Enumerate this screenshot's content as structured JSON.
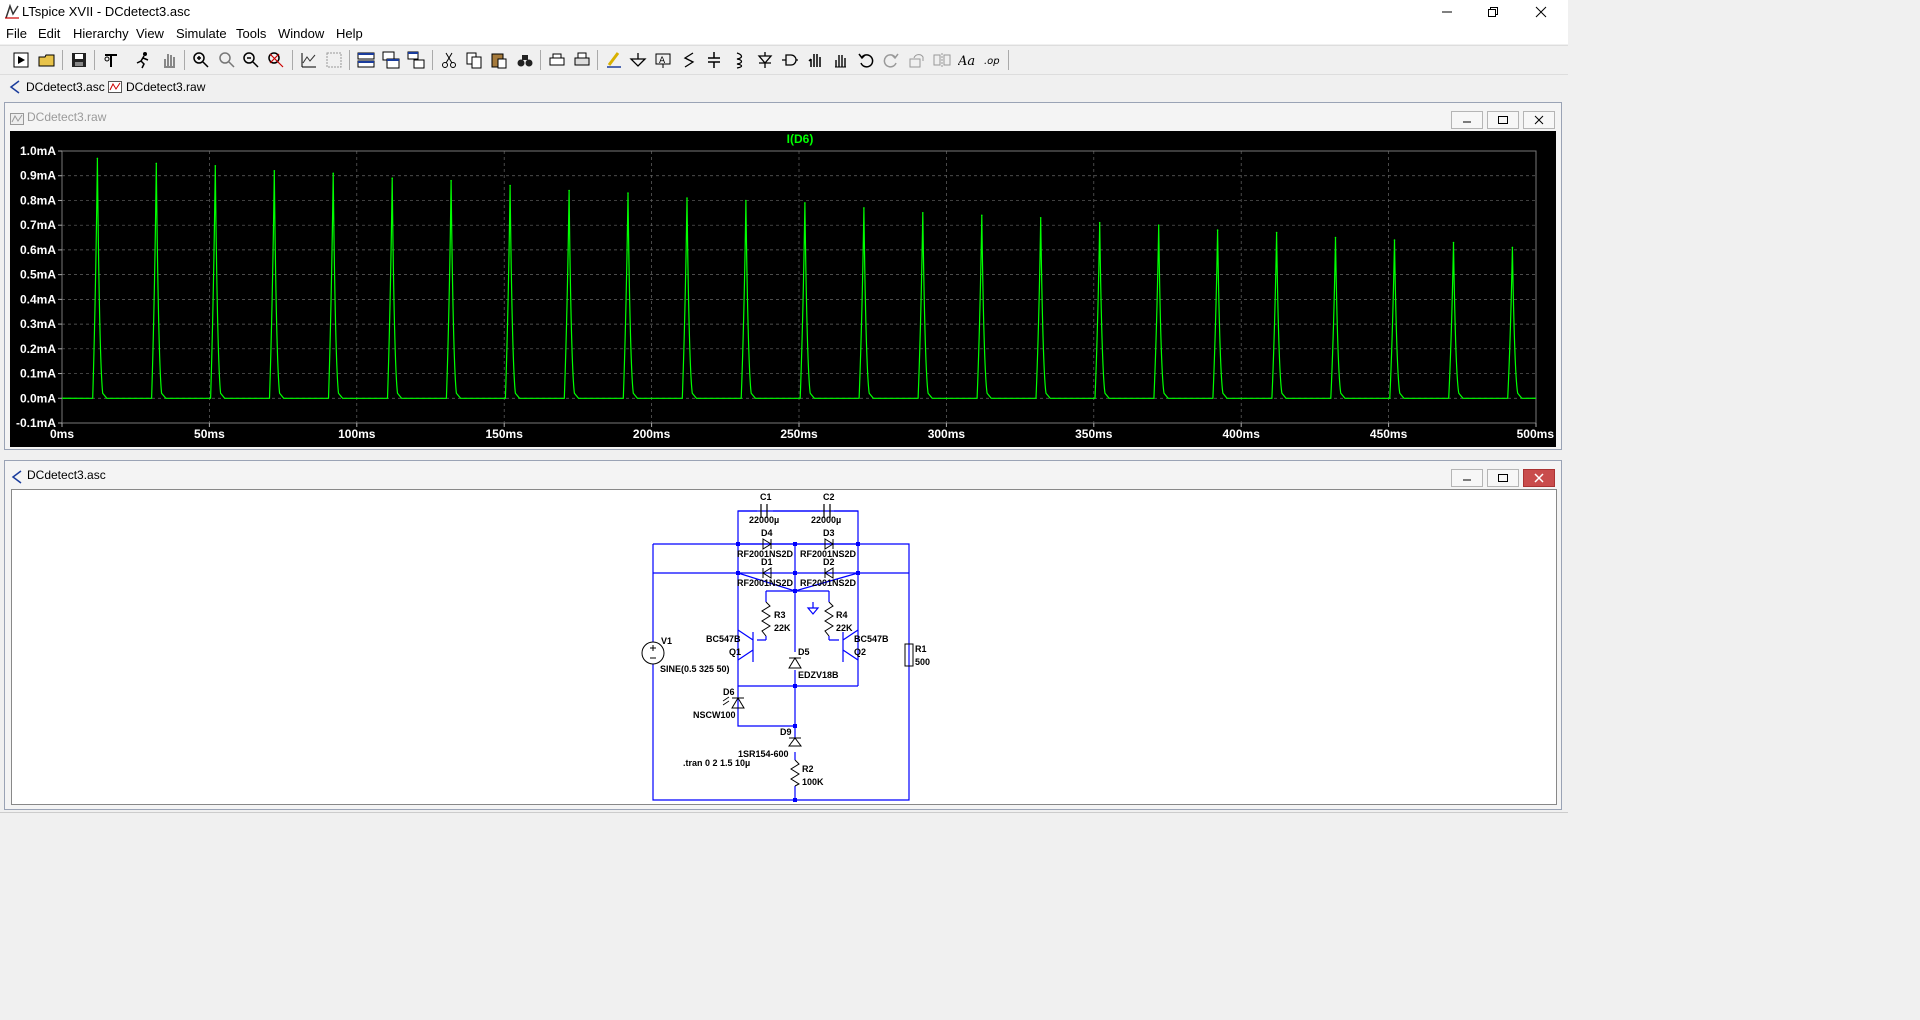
{
  "app": {
    "title": "LTspice XVII - DCdetect3.asc",
    "window_controls": [
      "minimize",
      "maximize",
      "close"
    ]
  },
  "menu": [
    "File",
    "Edit",
    "Hierarchy",
    "View",
    "Simulate",
    "Tools",
    "Window",
    "Help"
  ],
  "toolbar": [
    "open-schematic-icon",
    "open-file-icon",
    "save-icon",
    "control-panel-icon",
    "run-icon",
    "pan-icon",
    "zoom-in-icon",
    "zoom-area-icon",
    "zoom-out-icon",
    "zoom-fit-icon",
    "autorange-icon",
    "add-plot-icon",
    "tile-horizontal-icon",
    "cascade-icon",
    "tile-vertical-icon",
    "cut-icon",
    "copy-icon",
    "paste-icon",
    "find-icon",
    "print-preview-icon",
    "print-icon",
    "draw-wire-icon",
    "ground-icon",
    "label-net-icon",
    "resistor-icon",
    "capacitor-icon",
    "inductor-icon",
    "diode-icon",
    "component-icon",
    "move-icon",
    "drag-icon",
    "undo-icon",
    "redo-icon",
    "rotate-icon",
    "mirror-icon",
    "text-icon",
    "spice-directive-icon"
  ],
  "tabs": [
    {
      "label": "DCdetect3.asc",
      "icon": "schematic-icon"
    },
    {
      "label": "DCdetect3.raw",
      "icon": "waveform-icon"
    }
  ],
  "waveform_window": {
    "title": "DCdetect3.raw",
    "trace_label": "I(D6)",
    "trace_color": "#00ff00",
    "background": "#000000"
  },
  "schematic_window": {
    "title": "DCdetect3.asc",
    "wire_color": "#0000ff"
  },
  "chart_data": {
    "type": "line",
    "title": "I(D6)",
    "xlabel": "",
    "ylabel": "",
    "x_ticks": [
      "0ms",
      "50ms",
      "100ms",
      "150ms",
      "200ms",
      "250ms",
      "300ms",
      "350ms",
      "400ms",
      "450ms",
      "500ms"
    ],
    "y_ticks": [
      "1.0mA",
      "0.9mA",
      "0.8mA",
      "0.7mA",
      "0.6mA",
      "0.5mA",
      "0.4mA",
      "0.3mA",
      "0.2mA",
      "0.1mA",
      "0.0mA",
      "-0.1mA"
    ],
    "xlim": [
      0,
      500
    ],
    "ylim": [
      -0.1,
      1.0
    ],
    "grid": true,
    "series": [
      {
        "name": "I(D6)",
        "x": [
          12,
          32,
          52,
          72,
          92,
          112,
          132,
          152,
          172,
          192,
          212,
          232,
          252,
          272,
          292,
          312,
          332,
          352,
          372,
          392,
          412,
          432,
          452,
          472,
          492
        ],
        "values": [
          0.97,
          0.95,
          0.94,
          0.92,
          0.91,
          0.89,
          0.88,
          0.86,
          0.84,
          0.83,
          0.81,
          0.8,
          0.79,
          0.77,
          0.75,
          0.74,
          0.73,
          0.71,
          0.7,
          0.68,
          0.67,
          0.65,
          0.64,
          0.63,
          0.61
        ]
      }
    ]
  },
  "schematic": {
    "labels": {
      "c1_name": "C1",
      "c1_val": "22000µ",
      "c2_name": "C2",
      "c2_val": "22000µ",
      "d4_name": "D4",
      "d4_val": "RF2001NS2D",
      "d3_name": "D3",
      "d3_val": "RF2001NS2D",
      "d1_name": "D1",
      "d1_val": "RF2001NS2D",
      "d2_name": "D2",
      "d2_val": "RF2001NS2D",
      "r3_name": "R3",
      "r3_val": "22K",
      "r4_name": "R4",
      "r4_val": "22K",
      "q1_model": "BC547B",
      "q1_name": "Q1",
      "q2_model": "BC547B",
      "q2_name": "Q2",
      "v1_name": "V1",
      "v1_val": "SINE(0.5 325 50)",
      "d5_name": "D5",
      "d5_val": "EDZV18B",
      "d6_name": "D6",
      "d6_val": "NSCW100",
      "d9_name": "D9",
      "d9_val": "1SR154-600",
      "r1_name": "R1",
      "r1_val": "500",
      "r2_name": "R2",
      "r2_val": "100K",
      "directive": ".tran 0 2 1.5 10µ"
    }
  }
}
